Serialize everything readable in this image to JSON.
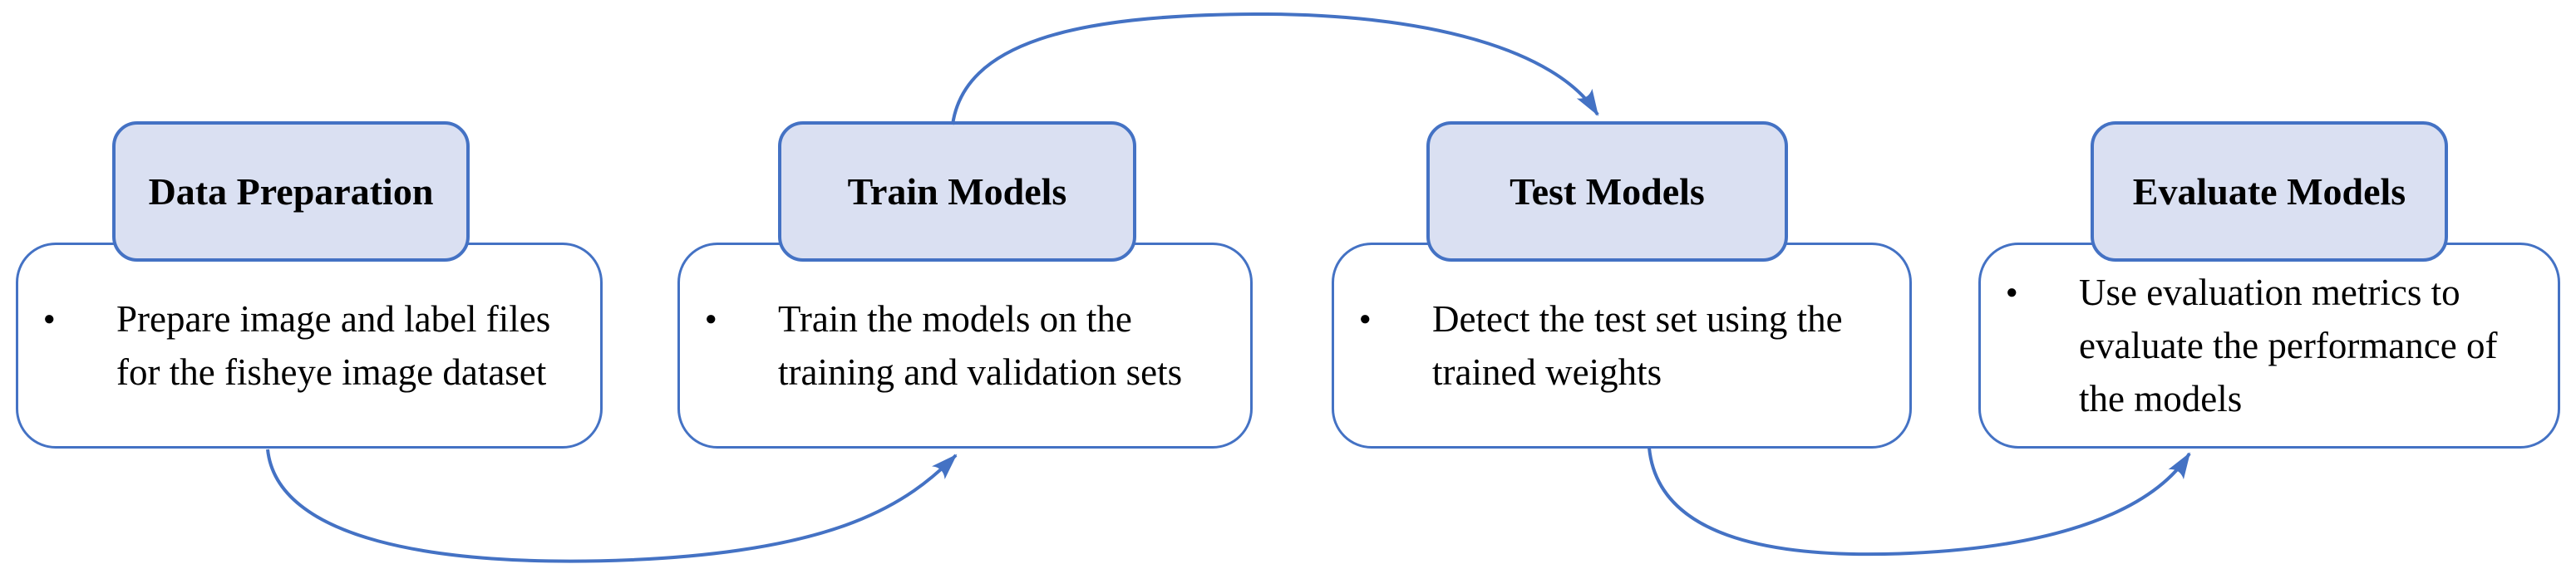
{
  "diagram": {
    "accent_color": "#4472C4",
    "header_fill_color": "#DAE0F2",
    "text_color": "#000000",
    "bullet_glyph": "●",
    "stages": [
      {
        "title": "Data Preparation",
        "lines": [
          "Prepare image and label files",
          "for the fisheye image dataset"
        ]
      },
      {
        "title": "Train Models",
        "lines": [
          "Train the models on the",
          "training and validation sets"
        ]
      },
      {
        "title": "Test Models",
        "lines": [
          "Detect the test set using the",
          "trained weights"
        ]
      },
      {
        "title": "Evaluate Models",
        "lines": [
          "Use evaluation metrics to",
          "evaluate the performance of",
          "the models"
        ]
      }
    ]
  }
}
